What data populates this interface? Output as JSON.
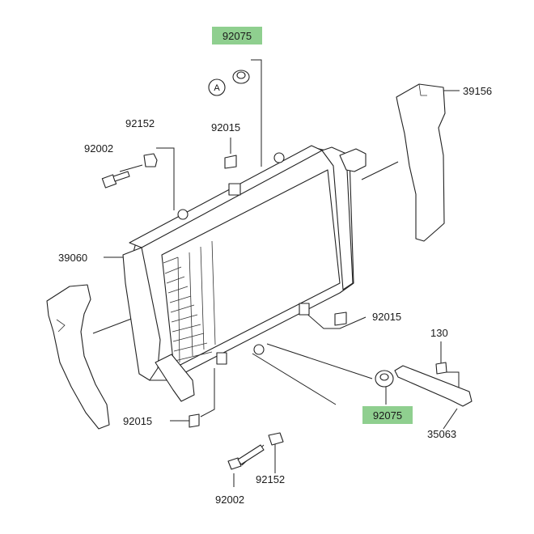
{
  "parts": {
    "grommet_top": "92075",
    "reference_mark": "A",
    "shroud_right": "39156",
    "collar_top": "92152",
    "bolt_top": "92002",
    "nut_top": "92015",
    "radiator": "39060",
    "nut_right": "92015",
    "bolt_bracket": "130",
    "grommet_bottom": "92075",
    "nut_bottom": "92015",
    "bracket": "35063",
    "collar_bottom": "92152",
    "bolt_bottom": "92002"
  },
  "colors": {
    "highlight": "#8fcf8f",
    "line": "#222222"
  }
}
